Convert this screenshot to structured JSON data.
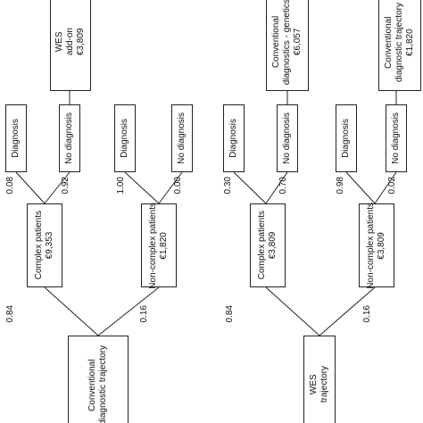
{
  "left_tree": {
    "root": [
      "Conventional",
      "diagnostic trajectory"
    ],
    "complex": {
      "label": "Complex patients",
      "cost": "€9,353",
      "prob": "0.84"
    },
    "noncomplex": {
      "label": "Non-complex patients",
      "cost": "€1,820",
      "prob": "0.16"
    },
    "complex_diagnosis": {
      "label": "Diagnosis",
      "prob": "0.08"
    },
    "complex_no_diagnosis": {
      "label": "No diagnosis",
      "prob": "0.92"
    },
    "noncomplex_diagnosis": {
      "label": "Diagnosis",
      "prob": "1.00"
    },
    "noncomplex_no_diagnosis": {
      "label": "No diagnosis",
      "prob": "0.00"
    },
    "addon": [
      "WES",
      "add-on",
      "€3,809"
    ]
  },
  "right_tree": {
    "root": [
      "WES",
      "trajectory"
    ],
    "complex": {
      "label": "Complex patients",
      "cost": "€3,809",
      "prob": "0.84"
    },
    "noncomplex": {
      "label": "Non-complex patients",
      "cost": "€3,809",
      "prob": "0.16"
    },
    "complex_diagnosis": {
      "label": "Diagnosis",
      "prob": "0.30"
    },
    "complex_no_diagnosis": {
      "label": "No diagnosis",
      "prob": "0.70"
    },
    "noncomplex_diagnosis": {
      "label": "Diagnosis",
      "prob": "0.98"
    },
    "noncomplex_no_diagnosis": {
      "label": "No diagnosis",
      "prob": "0.02"
    },
    "addon_complex": [
      "Conventional",
      "diagnostics - genetics",
      "€6,057"
    ],
    "addon_noncomplex": [
      "Conventional",
      "diagnostic trajectory",
      "€1,820"
    ]
  }
}
